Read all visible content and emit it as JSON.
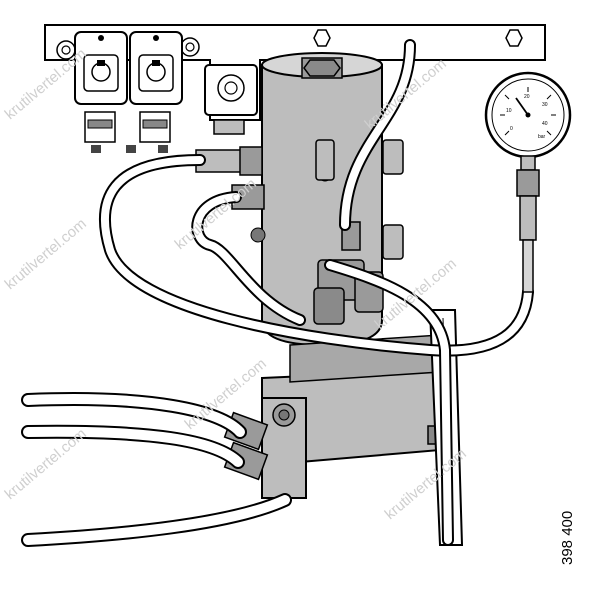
{
  "diagram": {
    "reference_number": "398 400",
    "watermark": "krutilvertel.com",
    "gauge_scale": [
      "0",
      "10",
      "20",
      "30",
      "40"
    ],
    "gauge_unit": "bar",
    "colors": {
      "line": "#000000",
      "body_fill": "#bdbdbd",
      "body_dark": "#9a9a9a",
      "bracket_fill": "#ffffff",
      "watermark": "#cfcfcf"
    }
  }
}
